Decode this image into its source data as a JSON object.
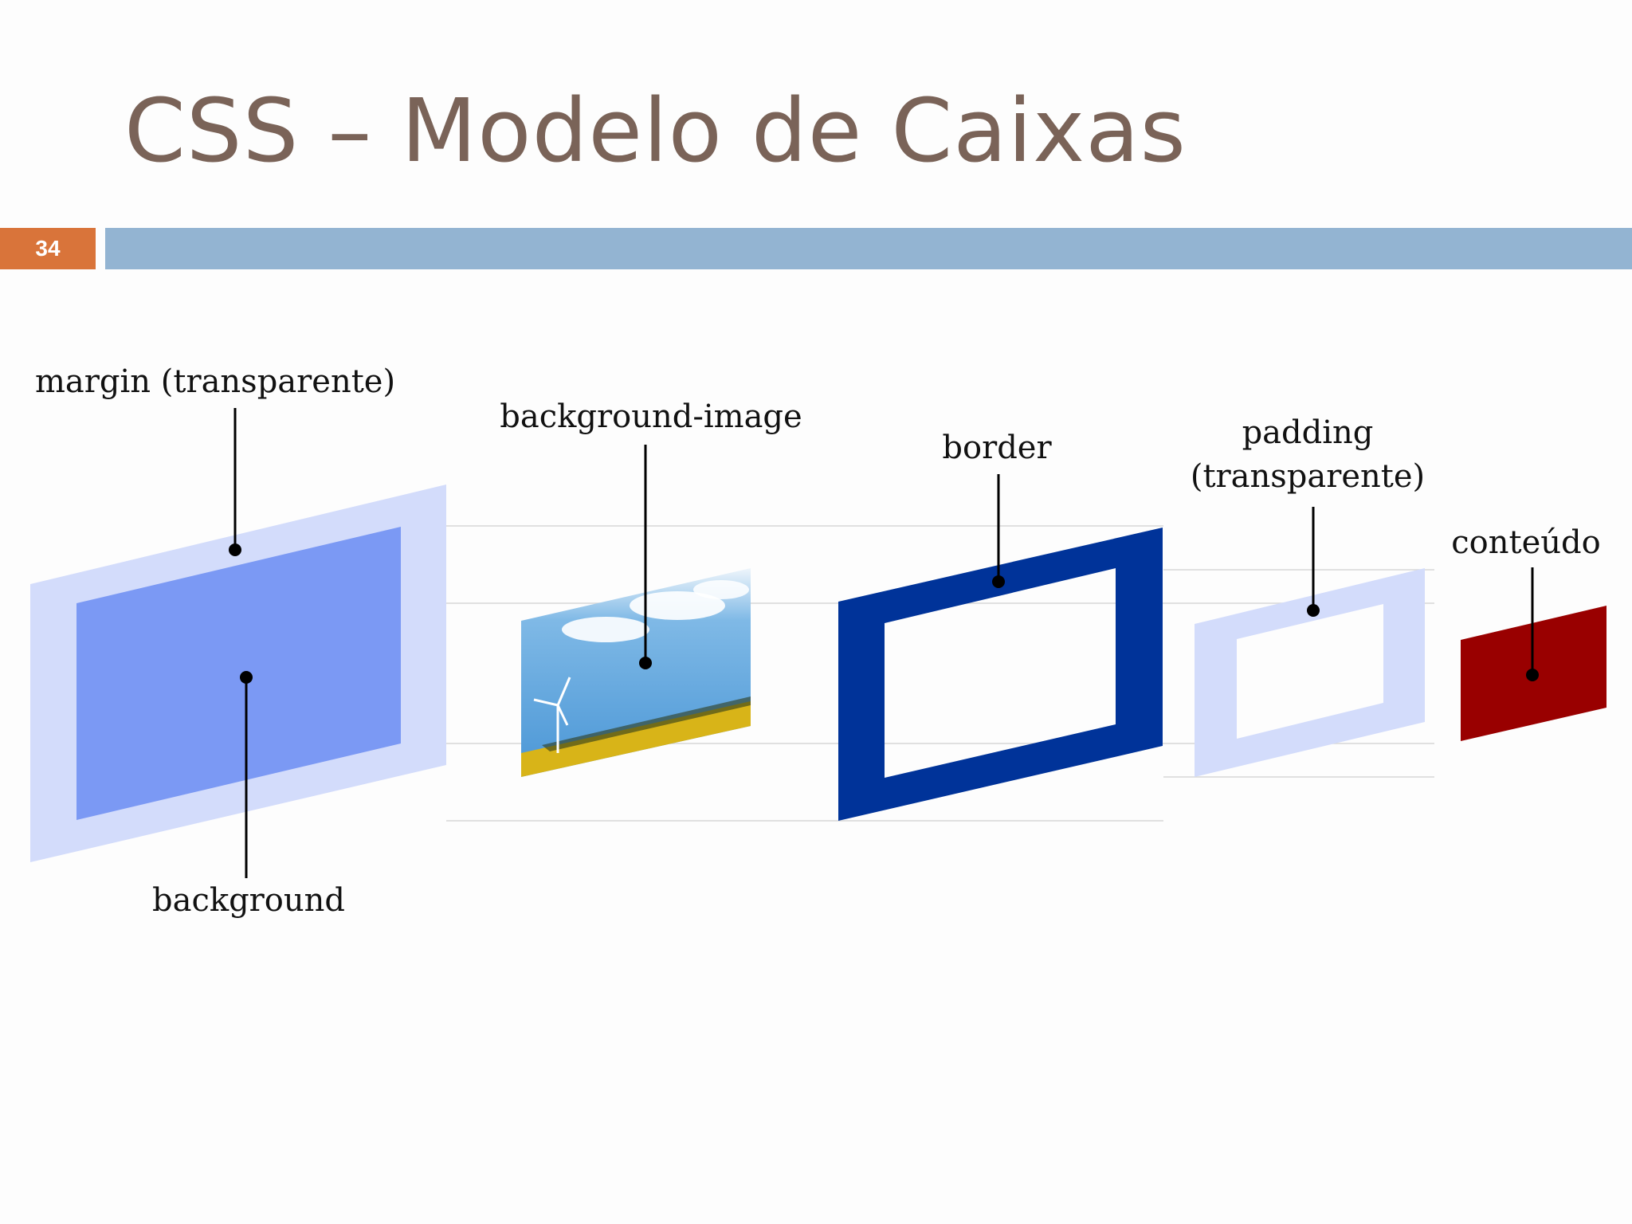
{
  "slide": {
    "title": "CSS – Modelo de Caixas",
    "number": "34"
  },
  "colors": {
    "title": "#7a6358",
    "slide_number_bg": "#d9743a",
    "title_bar": "#93b4d2",
    "margin": "#d3dcfb",
    "background": "#7b99f4",
    "border": "#003399",
    "padding": "#d3dcfb",
    "content": "#990000"
  },
  "diagram": {
    "labels": {
      "margin": "margin (transparente)",
      "background": "background",
      "background_image": "background-image",
      "border": "border",
      "padding_line1": "padding",
      "padding_line2": "(transparente)",
      "content": "conteúdo"
    }
  }
}
